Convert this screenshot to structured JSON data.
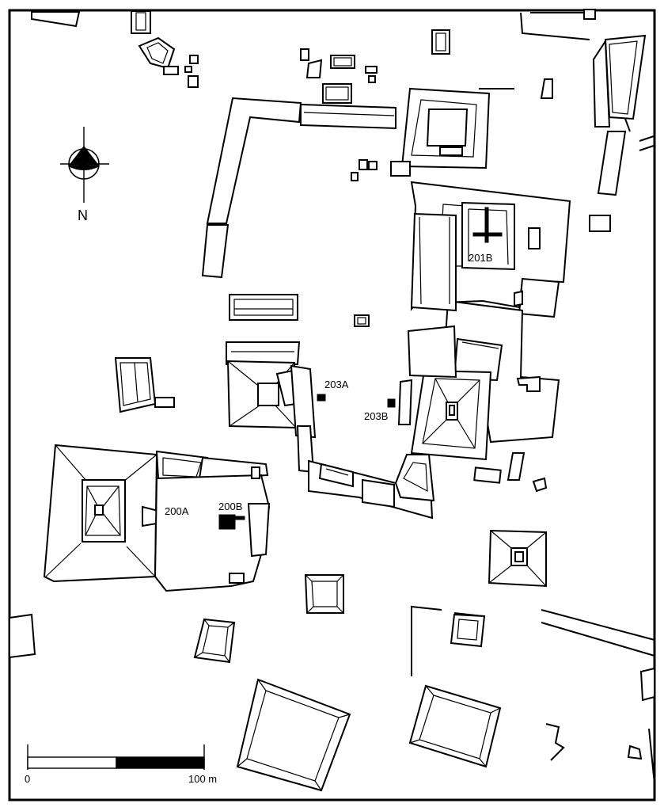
{
  "north_label": "N",
  "labels": {
    "l201B": "201B",
    "l203A": "203A",
    "l203B": "203B",
    "l200A": "200A",
    "l200B": "200B"
  },
  "scale": {
    "start": "0",
    "end": "100 m"
  }
}
